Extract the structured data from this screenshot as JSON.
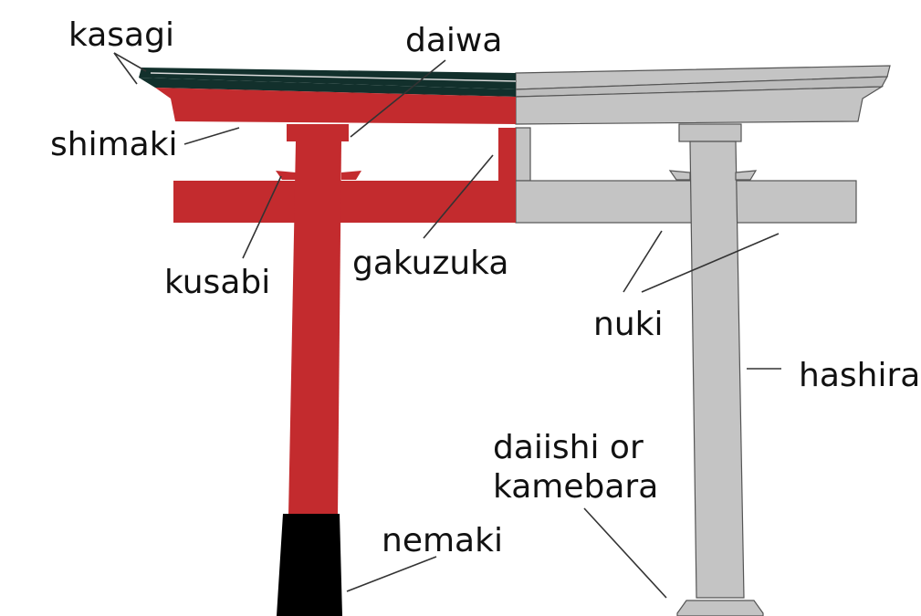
{
  "labels": {
    "kasagi": "kasagi",
    "daiwa": "daiwa",
    "shimaki": "shimaki",
    "gakuzuka": "gakuzuka",
    "kusabi": "kusabi",
    "nuki": "nuki",
    "hashira": "hashira",
    "daiishi_line1": "daiishi or",
    "daiishi_line2": "kamebara",
    "nemaki": "nemaki"
  },
  "colors": {
    "red": "#c32b2e",
    "gray": "#c4c4c4",
    "kasagi_dark": "#12302c",
    "nemaki": "#000000",
    "outline": "#555555",
    "text": "#111111"
  }
}
